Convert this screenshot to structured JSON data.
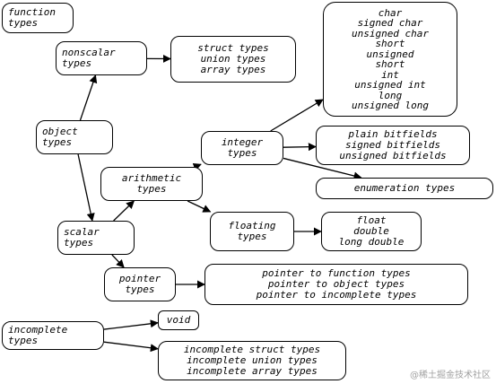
{
  "nodes": {
    "function_types": [
      "function",
      "types"
    ],
    "nonscalar_types": [
      "nonscalar",
      "types"
    ],
    "struct_union_array_types": [
      "struct types",
      "union types",
      "array types"
    ],
    "c_integer_types": [
      "char",
      "signed char",
      "unsigned char",
      "short",
      "unsigned",
      "short",
      "int",
      "unsigned int",
      "long",
      "unsigned long"
    ],
    "object_types": [
      "object",
      "types"
    ],
    "integer_types": [
      "integer",
      "types"
    ],
    "bitfields": [
      "plain bitfields",
      "signed bitfields",
      "unsigned bitfields"
    ],
    "arithmetic_types": [
      "arithmetic",
      "types"
    ],
    "enumeration_types": [
      "enumeration types"
    ],
    "floating_types": [
      "floating",
      "types"
    ],
    "float_types": [
      "float",
      "double",
      "long double"
    ],
    "scalar_types": [
      "scalar",
      "types"
    ],
    "pointer_types": [
      "pointer",
      "types"
    ],
    "pointer_kinds": [
      "pointer to function types",
      "pointer to object types",
      "pointer to incomplete types"
    ],
    "incomplete_types": [
      "incomplete",
      "types"
    ],
    "void": [
      "void"
    ],
    "incomplete_kinds": [
      "incomplete struct types",
      "incomplete union types",
      "incomplete array types"
    ]
  },
  "edges": [
    [
      "object_types",
      "nonscalar_types"
    ],
    [
      "object_types",
      "scalar_types"
    ],
    [
      "nonscalar_types",
      "struct_union_array_types"
    ],
    [
      "scalar_types",
      "arithmetic_types"
    ],
    [
      "scalar_types",
      "pointer_types"
    ],
    [
      "arithmetic_types",
      "integer_types"
    ],
    [
      "arithmetic_types",
      "floating_types"
    ],
    [
      "integer_types",
      "c_integer_types"
    ],
    [
      "integer_types",
      "bitfields"
    ],
    [
      "integer_types",
      "enumeration_types"
    ],
    [
      "floating_types",
      "float_types"
    ],
    [
      "pointer_types",
      "pointer_kinds"
    ],
    [
      "incomplete_types",
      "void"
    ],
    [
      "incomplete_types",
      "incomplete_kinds"
    ]
  ],
  "watermark": "@稀土掘金技术社区"
}
